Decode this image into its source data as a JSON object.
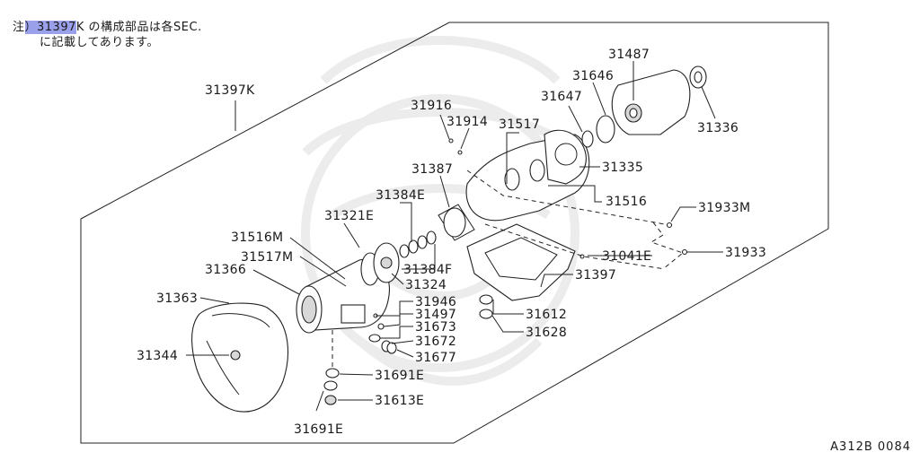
{
  "note": {
    "prefix": "注",
    "highlight": "）31397",
    "line1_rest": "K の構成部品は各SEC.",
    "line2": "に記載してあります。"
  },
  "figure_code": "A312B 0084",
  "labels": {
    "assy": "31397K",
    "p31487": "31487",
    "p31646": "31646",
    "p31647": "31647",
    "p31336": "31336",
    "p31916": "31916",
    "p31914": "31914",
    "p31517": "31517",
    "p31335": "31335",
    "p31387": "31387",
    "p31516": "31516",
    "p31384E": "31384E",
    "p31933M": "31933M",
    "p31321E": "31321E",
    "p31516M": "31516M",
    "p31041E": "31041E",
    "p31933": "31933",
    "p31517M": "31517M",
    "p31384F": "31384F",
    "p31366": "31366",
    "p31324": "31324",
    "p31397": "31397",
    "p31363": "31363",
    "p31946": "31946",
    "p31497": "31497",
    "p31612": "31612",
    "p31673": "31673",
    "p31628": "31628",
    "p31672": "31672",
    "p31344": "31344",
    "p31677": "31677",
    "p31691E_a": "31691E",
    "p31613E": "31613E",
    "p31691E_b": "31691E"
  }
}
